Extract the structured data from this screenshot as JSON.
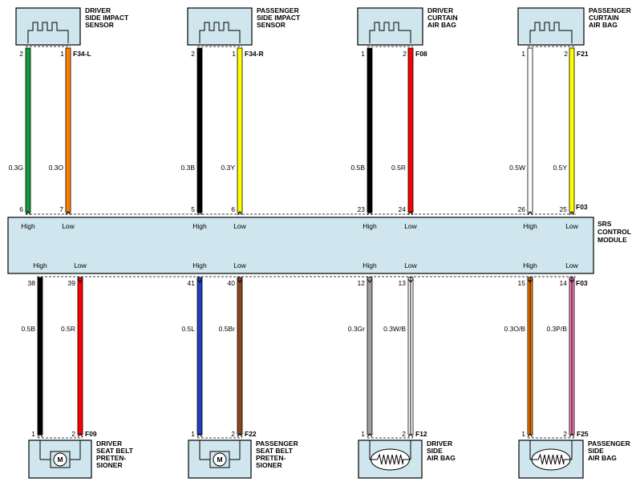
{
  "module": {
    "title_lines": [
      "SRS",
      "CONTROL",
      "MODULE"
    ],
    "top_connector": "F03",
    "bottom_connector": "F03",
    "fill": "#cfe6ee"
  },
  "top_components": [
    {
      "id": "driver-side-impact-sensor",
      "name_lines": [
        "DRIVER",
        "SIDE IMPACT",
        "SENSOR"
      ],
      "connector": "F34-L"
    },
    {
      "id": "passenger-side-impact-sensor",
      "name_lines": [
        "PASSENGER",
        "SIDE IMPACT",
        "SENSOR"
      ],
      "connector": "F34-R"
    },
    {
      "id": "driver-curtain-air-bag",
      "name_lines": [
        "DRIVER",
        "CURTAIN",
        "AIR BAG"
      ],
      "connector": "F08"
    },
    {
      "id": "passenger-curtain-air-bag",
      "name_lines": [
        "PASSENGER",
        "CURTAIN",
        "AIR BAG"
      ],
      "connector": "F21"
    }
  ],
  "bottom_components": [
    {
      "id": "driver-seat-belt-pretensioner",
      "name_lines": [
        "DRIVER",
        "SEAT BELT",
        "PRETEN-",
        "SIONER"
      ],
      "connector": "F09",
      "symbol": "motor",
      "symbol_label": "M"
    },
    {
      "id": "passenger-seat-belt-pretensioner",
      "name_lines": [
        "PASSENGER",
        "SEAT BELT",
        "PRETEN-",
        "SIONER"
      ],
      "connector": "F22",
      "symbol": "motor",
      "symbol_label": "M"
    },
    {
      "id": "driver-side-air-bag",
      "name_lines": [
        "DRIVER",
        "SIDE",
        "AIR BAG"
      ],
      "connector": "F12",
      "symbol": "resistor"
    },
    {
      "id": "passenger-side-air-bag",
      "name_lines": [
        "PASSENGER",
        "SIDE",
        "AIR BAG"
      ],
      "connector": "F25",
      "symbol": "resistor"
    }
  ],
  "top_wires": [
    {
      "label": "0.3G",
      "color": "#149a3c",
      "component_pin": "2",
      "module_pin": "6",
      "signal": "High"
    },
    {
      "label": "0.3O",
      "color": "#ff8000",
      "component_pin": "1",
      "module_pin": "7",
      "signal": "Low"
    },
    {
      "label": "0.3B",
      "color": "#000000",
      "component_pin": "2",
      "module_pin": "5",
      "signal": "High"
    },
    {
      "label": "0.3Y",
      "color": "#ffff00",
      "component_pin": "1",
      "module_pin": "6",
      "signal": "Low"
    },
    {
      "label": "0.5B",
      "color": "#000000",
      "component_pin": "1",
      "module_pin": "23",
      "signal": "High"
    },
    {
      "label": "0.5R",
      "color": "#ff0000",
      "component_pin": "2",
      "module_pin": "24",
      "signal": "Low"
    },
    {
      "label": "0.5W",
      "color": "#ffffff",
      "component_pin": "1",
      "module_pin": "26",
      "signal": "High"
    },
    {
      "label": "0.5Y",
      "color": "#ffff00",
      "component_pin": "2",
      "module_pin": "25",
      "signal": "Low"
    }
  ],
  "bottom_wires": [
    {
      "label": "0.5B",
      "color": "#000000",
      "stripe": "",
      "module_pin": "38",
      "component_pin": "1",
      "signal": "High"
    },
    {
      "label": "0.5R",
      "color": "#ff0000",
      "stripe": "",
      "module_pin": "39",
      "component_pin": "2",
      "signal": "Low"
    },
    {
      "label": "0.5L",
      "color": "#2040c0",
      "stripe": "",
      "module_pin": "41",
      "component_pin": "1",
      "signal": "High"
    },
    {
      "label": "0.5Br",
      "color": "#8b4520",
      "stripe": "",
      "module_pin": "40",
      "component_pin": "2",
      "signal": "Low"
    },
    {
      "label": "0.3Gr",
      "color": "#a0a0a0",
      "stripe": "",
      "module_pin": "12",
      "component_pin": "1",
      "signal": "High"
    },
    {
      "label": "0.3W/B",
      "color": "#ffffff",
      "stripe": "#000000",
      "module_pin": "13",
      "component_pin": "2",
      "signal": "Low"
    },
    {
      "label": "0.3O/B",
      "color": "#ff8000",
      "stripe": "#000000",
      "module_pin": "15",
      "component_pin": "1",
      "signal": "High"
    },
    {
      "label": "0.3P/B",
      "color": "#ff80c0",
      "stripe": "#000000",
      "module_pin": "14",
      "component_pin": "2",
      "signal": "Low"
    }
  ]
}
